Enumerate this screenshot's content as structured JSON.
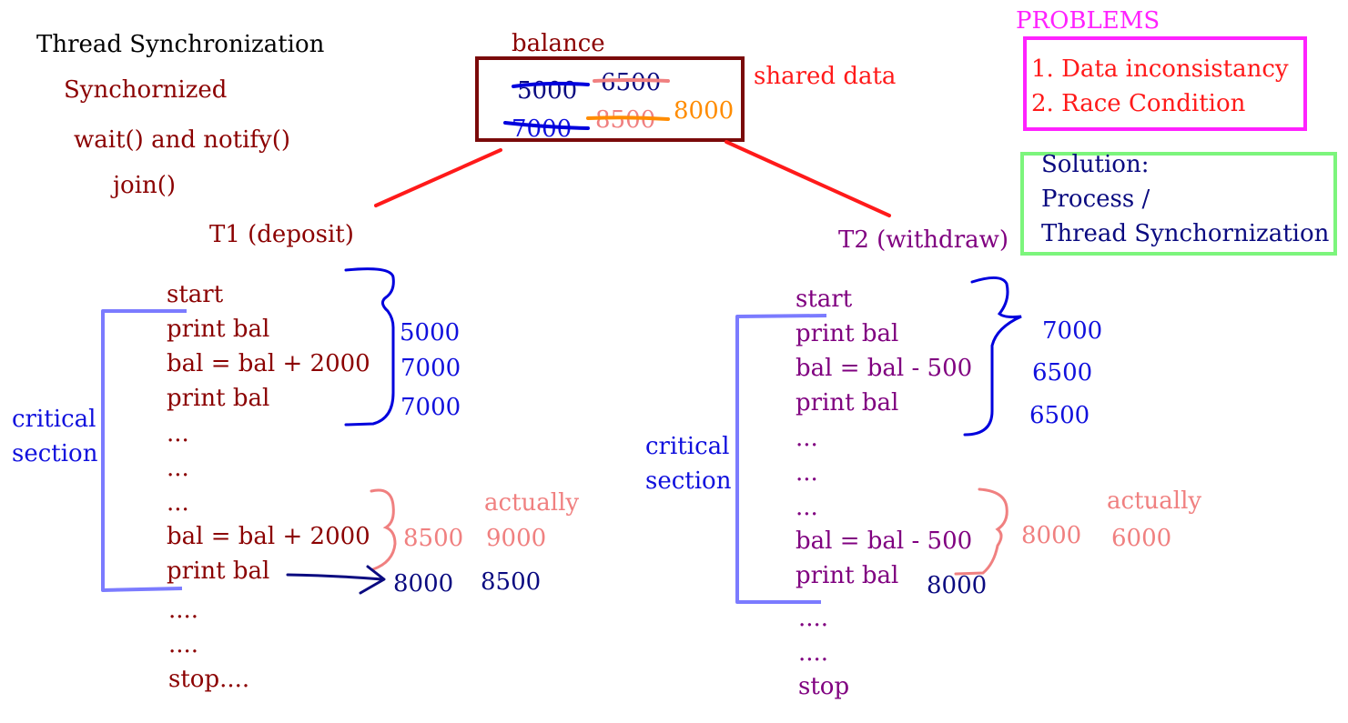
{
  "header": {
    "title": "Thread Synchronization",
    "synchronized": "Synchornized",
    "wait_notify": "wait() and notify()",
    "join": "join()"
  },
  "balance": {
    "label": "balance",
    "shared_label": "shared data",
    "values": [
      "5000",
      "6500",
      "7000",
      "8500",
      "8000"
    ]
  },
  "problems": {
    "title": "PROBLEMS",
    "items": [
      "1. Data inconsistancy",
      "2. Race Condition"
    ]
  },
  "solution": {
    "lines": [
      "Solution:",
      "Process /",
      "Thread Synchornization"
    ]
  },
  "t1": {
    "title": "T1 (deposit)",
    "critical_label": [
      "critical",
      "section"
    ],
    "lines": [
      "start",
      "print bal",
      "bal = bal + 2000",
      "print bal",
      "...",
      "...",
      "...",
      "bal = bal + 2000",
      "print bal",
      "....",
      "....",
      "stop...."
    ],
    "values_a": [
      "5000",
      "7000",
      "7000"
    ],
    "actually_label": "actually",
    "values_b": [
      "8500",
      "9000"
    ],
    "values_c": [
      "8000",
      "8500"
    ]
  },
  "t2": {
    "title": "T2 (withdraw)",
    "critical_label": [
      "critical",
      "section"
    ],
    "lines": [
      "start",
      "print bal",
      "bal = bal - 500",
      "print bal",
      "...",
      "...",
      "...",
      "bal = bal - 500",
      "print bal",
      "....",
      "....",
      "stop"
    ],
    "values_a": [
      "7000",
      "6500",
      "6500"
    ],
    "actually_label": "actually",
    "values_b": [
      "8000",
      "6000"
    ],
    "values_c": [
      "8000"
    ]
  },
  "colors": {
    "maroon": "#8b0000",
    "purple": "#800080",
    "blue": "#1010dd",
    "navy": "#0a0a80",
    "red": "#ff1a1a",
    "salmon": "#f08080",
    "orange": "#ff8c00",
    "magenta": "#ff22ff",
    "green": "#7cf57c"
  }
}
